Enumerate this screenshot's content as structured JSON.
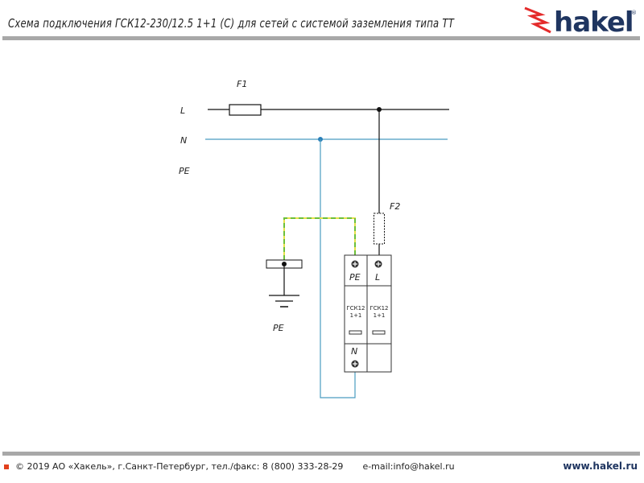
{
  "header": {
    "title": "Схема подключения ГСК12-230/12.5 1+1 (С) для сетей с системой заземления типа ТТ",
    "logo_text": "hakel"
  },
  "diagram": {
    "line_labels": {
      "L": "L",
      "N": "N",
      "PE": "PE"
    },
    "fuse1": "F1",
    "fuse2": "F2",
    "device": {
      "terminal_pe": "PE",
      "terminal_l": "L",
      "terminal_n": "N",
      "module_left": [
        "ГСК12",
        "1+1"
      ],
      "module_right": [
        "ГСК12",
        "1+1"
      ]
    },
    "ground_label": "PE",
    "colors": {
      "phase": "#111111",
      "neutral": "#4a9cc0",
      "pe_green": "#6cbf3a",
      "pe_yellow": "#e6e04a"
    }
  },
  "footer": {
    "copyright": "© 2019 АО «Хакель», г.Санкт-Петербург, тел./факс: 8 (800) 333-28-29",
    "email": "e-mail:info@hakel.ru",
    "website": "www.hakel.ru"
  }
}
